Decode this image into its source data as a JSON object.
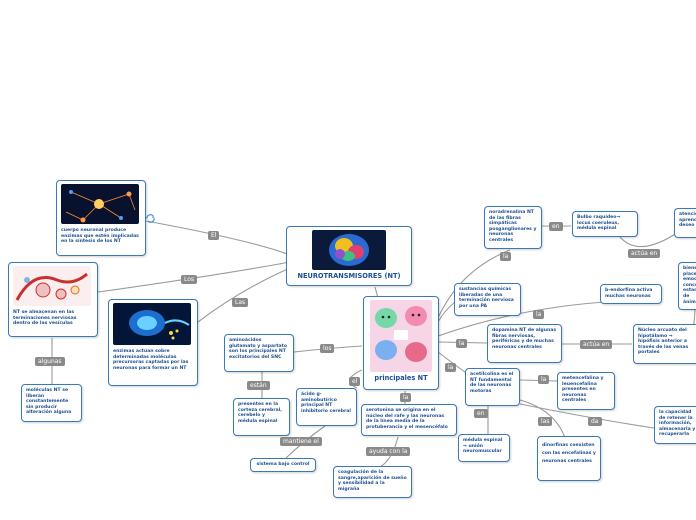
{
  "center": {
    "title": "NEUROTRANSMISORES (NT)"
  },
  "main": {
    "title": "principales NT"
  },
  "nodes": {
    "cuerpo": "cuerpo neuronal produce enzimas que estén implicadas en la síntesis de los NT",
    "almacenan": "NT se almacenan en las terminaciones nerviosas dentro de las vesículas",
    "moleculas": "moléculas NT se liberan constantemente sin producir alteración alguna",
    "enzimas": "enzimas actúan sobre determinadas moléculas precursoras captadas por las neuronas para formar un NT",
    "aminoacidos": "aminoácidos glutamato y aspartato son los principales NT excitatorios del SNC",
    "presentes": "presentes en la corteza cerebral, cerebelo y médula espinal",
    "gaba": "ácido g-aminobutírico principal NT inhibitorio cerebral",
    "sistema": "sistema bajo control",
    "serotonina": "serotonina se origina en el núcleo del rafe y las neuronas de la línea media de la protuberancia y el mesencéfalo",
    "coagulacion": "coagulación de la sangre,aparición de sueño y sensibilidad a la migraña",
    "noradrenalina": "noradrenalina NT de las fibras simpáticas posganglionares y neuronas centrales",
    "bulbo": "Bulbo raquídeo→ locus coeruleus, médula espinal",
    "atencion": "atención, aprendizaje, deseo",
    "sustancias": "sustancias químicas liberadas de una terminación nerviosa por una PA",
    "dopamina": "dopamina NT de algunas fibras nerviosas, periféricas y de muchas neuronas centrales",
    "bendorfina": "b-endorfina activa muchas neuronas",
    "nucleo": "Núcleo arcuato del hipotálamo → hipófisis anterior a través de las venas portales",
    "bienestar": "bienestar, placer, emoción, concentración, estado de ánimo",
    "acetilcolina": "acetilcolina es el NT fundamental de las neuronas motoras",
    "medula": "médula espinal → unión neuromuscular",
    "metencefalina": "metencefalina y leuencefalina presentes en neuronas centrales",
    "dinorfinas": "dinorfinas coexisten con las encefalinas y neuronas centrales",
    "capacidad": "la capacidad de retener la información, almacenarla y recuperarla"
  },
  "links": {
    "el_top": "El",
    "los_top": "Los",
    "las_top": "Las",
    "algunas": "algunas",
    "los_mid": "los",
    "estan": "están",
    "el_mid": "el",
    "mantiene": "mantiene el",
    "la_down": "la",
    "ayuda": "ayuda con la",
    "la_nor": "la",
    "en_nor": "en",
    "actua1": "actúa en",
    "la_ben": "la",
    "la_dop": "la",
    "actua2": "actúa en",
    "la_ace": "la",
    "en_ace": "en",
    "la_met": "la",
    "las_din": "las",
    "da": "da"
  },
  "icons": {
    "sync": "sync-icon",
    "neurons_photo": "neuron-network-image",
    "head_photo": "brain-head-image",
    "brains_photo": "brain-characters-image",
    "vesicle_photo": "synaptic-vesicle-image",
    "synapse_photo": "synapse-image"
  }
}
